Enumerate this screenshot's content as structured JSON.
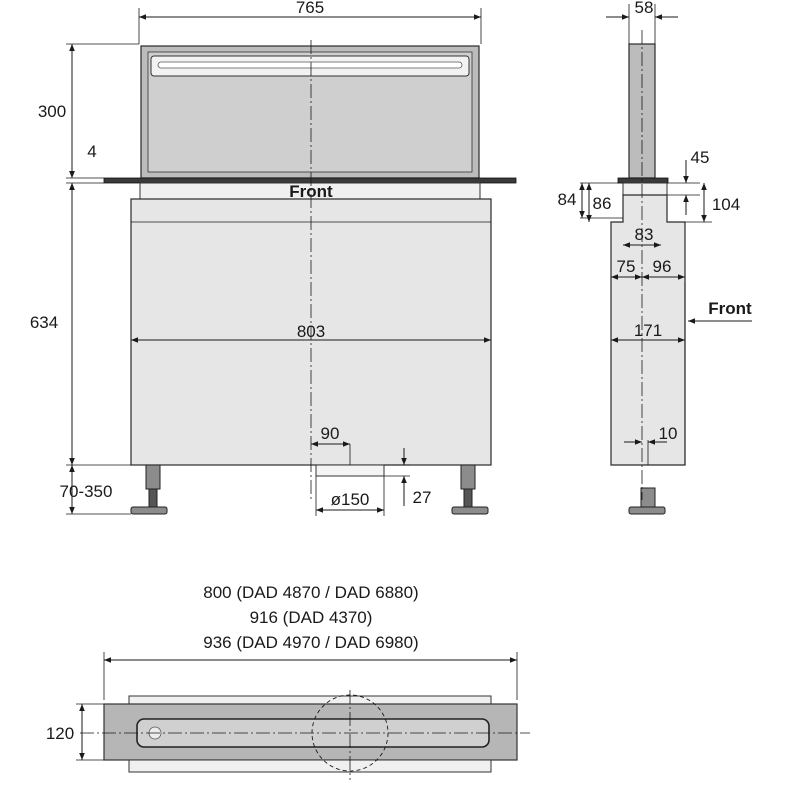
{
  "front_view": {
    "width_top": "765",
    "height_glass": "300",
    "height_gap": "4",
    "height_body": "634",
    "leg_height": "70-350",
    "body_width": "803",
    "front_label": "Front",
    "outlet_offset": "90",
    "outlet_diameter": "ø150",
    "outlet_height": "27"
  },
  "side_view": {
    "glass_depth": "58",
    "dim_45": "45",
    "dim_84": "84",
    "dim_86": "86",
    "dim_104": "104",
    "dim_83": "83",
    "dim_75": "75",
    "dim_96": "96",
    "front_label": "Front",
    "depth": "171",
    "dim_10": "10"
  },
  "top_view": {
    "width_line_1": "800 (DAD 4870 / DAD 6880)",
    "width_line_2": "916 (DAD 4370)",
    "width_line_3": "936 (DAD 4970 / DAD 6980)",
    "depth": "120"
  },
  "colors": {
    "line": "#1a1a1a",
    "body": "#e6e6e6",
    "glass": "#bcbcbc",
    "dark": "#555555"
  }
}
